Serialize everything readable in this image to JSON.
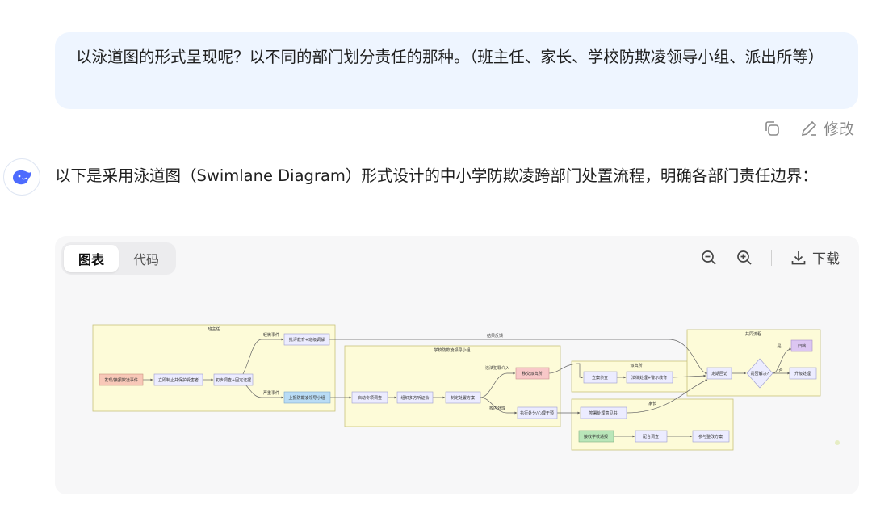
{
  "conversation": {
    "user_message": "以泳道图的形式呈现呢？以不同的部门划分责任的那种。（班主任、家长、学校防欺凌领导小组、派出所等）",
    "edit_label": "修改",
    "assistant_intro": "以下是采用泳道图（Swimlane Diagram）形式设计的中小学防欺凌跨部门处置流程，明确各部门责任边界："
  },
  "icons": {
    "copy": "copy-icon",
    "edit": "pencil-icon",
    "avatar": "whale-logo-icon",
    "zoom_out": "zoom-out-icon",
    "zoom_in": "zoom-in-icon",
    "download": "download-icon"
  },
  "diagram_toolbar": {
    "tab_chart": "图表",
    "tab_code": "代码",
    "download_label": "下载"
  },
  "diagram": {
    "lanes": {
      "teacher": "班主任",
      "committee": "学校防欺凌领导小组",
      "police": "派出所",
      "parents": "家长",
      "common": "共同流程"
    },
    "nodes": {
      "discover": "发现/接报欺凌事件",
      "separate": "立即制止并保护受害者",
      "investigate": "初步调查+固定证据",
      "educate": "批评教育+班级调解",
      "escalate": "上报防欺凌领导小组",
      "start_inv": "启动专项调查",
      "organize": "组织多方听证会",
      "decide": "制定处置方案",
      "refer_police": "移交派出所",
      "execute": "执行处分/心理干预",
      "police_file": "立案侦查",
      "police_measure": "法律处理+警示教育",
      "parent_notify": "签署处理意见书",
      "parent_receive": "接收学校通报",
      "parent_cooperate": "配合调查",
      "parent_plan": "参与整改方案",
      "track": "定期回访",
      "resolved": "是否解决?",
      "archive": "归档",
      "upgrade": "升级处理"
    },
    "edges": {
      "minor": "轻微事件",
      "serious": "严重事件",
      "illegal": "违法犯罪介入",
      "school_measure": "校内处理",
      "feedback": "结果反馈",
      "yes": "是",
      "no": "否"
    }
  }
}
